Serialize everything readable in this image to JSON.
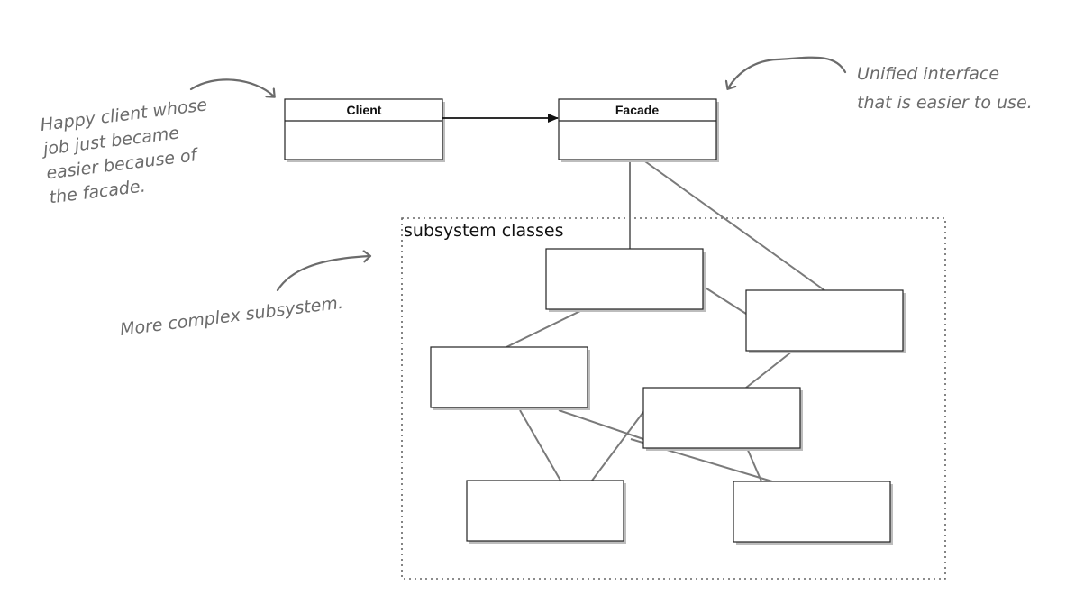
{
  "diagram": {
    "classes": {
      "client": "Client",
      "facade": "Facade"
    },
    "subsystem_label": "subsystem classes",
    "annotations": {
      "client_note": [
        "Happy client whose",
        "job just became",
        "easier because of",
        "the facade."
      ],
      "facade_note": [
        "Unified interface",
        "that is easier to use."
      ],
      "subsystem_note": "More complex subsystem."
    },
    "colors": {
      "line": "#7a7a7a",
      "box_border": "#222222",
      "shadow": "#bdbdbd",
      "handwriting": "#6b6b6b",
      "arrow": "#111111"
    }
  }
}
